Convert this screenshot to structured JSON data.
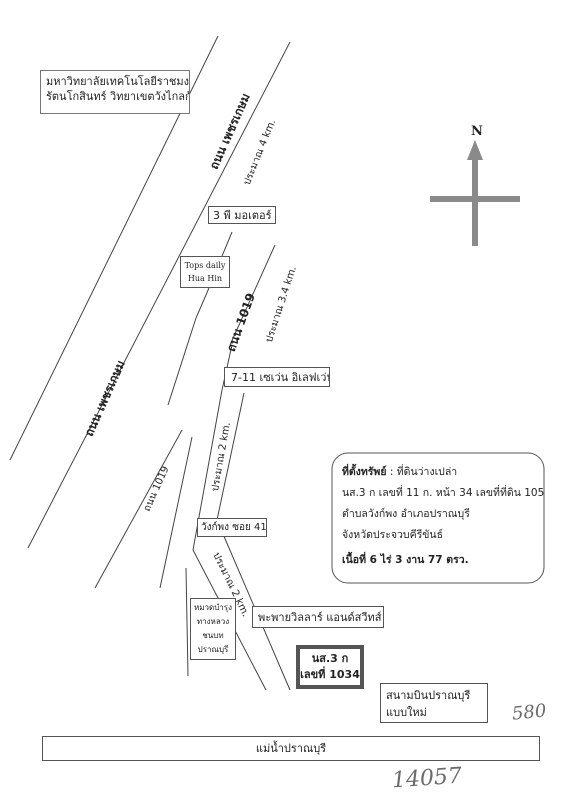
{
  "labels": {
    "university": [
      "มหาวิทยาลัยเทคโนโลยีราชมงคล",
      "รัตนโกสินทร์ วิทยาเขตวังไกลกังวล"
    ],
    "phetkasem_1": "ถนน เพชรเกษม",
    "phetkasem_2": "ถนน เพชรเกษม",
    "road_1019_main": "ถนน 1019",
    "road_1019_small": "ถนน 1019",
    "approx_4km": "ประมาณ 4 km.",
    "approx_34km": "ประมาณ 3.4 km.",
    "approx_2km_a": "ประมาณ 2 km.",
    "approx_2km_b": "ประมาณ 2 km.",
    "three_p_motor": "3 พี มอเตอร์",
    "tops": [
      "Tops daily",
      "Hua Hin"
    ],
    "seven_eleven": "7-11 เซเว่น อิเลฟเว่น",
    "wang_phong": "วังก์พง ซอย 41",
    "highway_office": [
      "หมวดบำรุง",
      "ทางหลวง",
      "ชนบท",
      "ปราณบุรี"
    ],
    "payavilla": "พะพายวิลลาร์ แอนด์สวีทส์",
    "parcel": [
      "นส.3 ก",
      "เลขที่ 1034"
    ],
    "airport": [
      "สนามบินปราณบุรี",
      "แบบใหม่"
    ],
    "river": "แม่น้ำปราณบุรี",
    "north": "N"
  },
  "info": {
    "title": "ที่ตั้งทรัพย์",
    "title_rest": " : ที่ดินว่างเปล่า",
    "line1": "นส.3 ก เลขที่ 11 ก. หน้า 34 เลขที่ที่ดิน 105",
    "line2": "ตำบลวังก์พง อำเภอปราณบุรี",
    "line3": "จังหวัดประจวบคีรีขันธ์",
    "area": "เนื้อที่ 6 ไร่ 3 งาน 77 ตรว."
  },
  "handwriting": {
    "top_right": "580",
    "bottom": "14057"
  },
  "colors": {
    "road": "#444444",
    "compass": "#8a8a8a",
    "parcel_border": "#555555"
  }
}
